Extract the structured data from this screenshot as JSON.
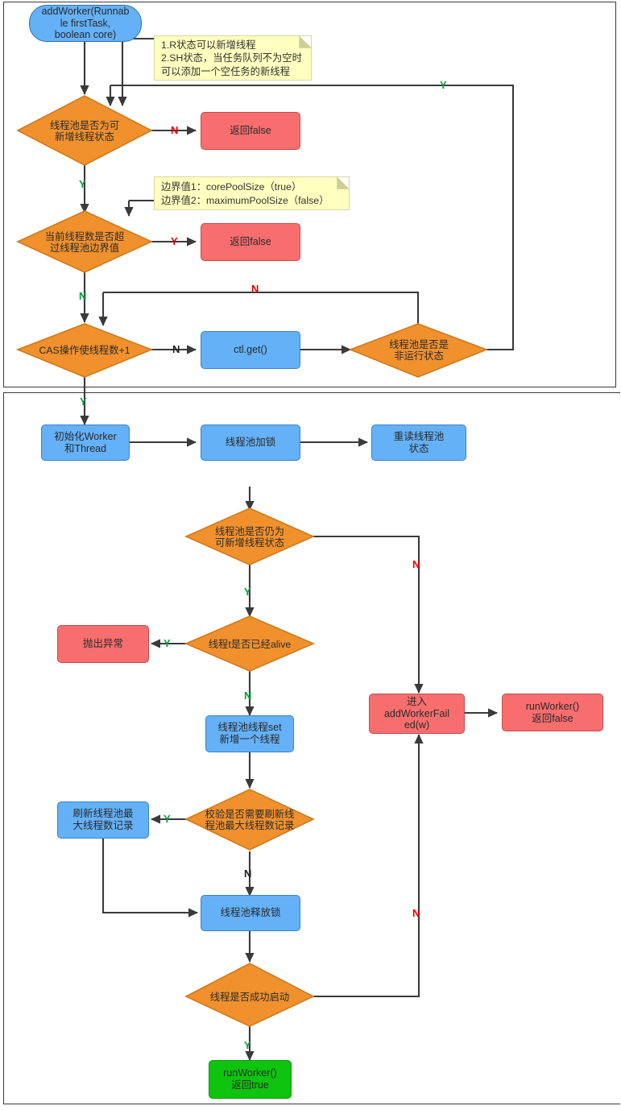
{
  "diagram": {
    "title": "addWorker flowchart",
    "colors": {
      "process": "#64b1f7",
      "decision": "#f0912d",
      "failure": "#f86e6e",
      "success": "#0ec40e",
      "note": "#ffffbf",
      "yes_label": "#0a9c40",
      "no_label": "#e10000",
      "edge": "#3a3a3a"
    },
    "nodes": {
      "start": "addWorker(Runnab\nle firstTask,\nboolean core)",
      "d_pool_can_add": "线程池是否为可\n新增线程状态",
      "ret_false_1": "返回false",
      "d_exceed_bound": "当前线程数是否超\n过线程池边界值",
      "ret_false_2": "返回false",
      "d_cas_increment": "CAS操作使线程数+1",
      "ctl_get": "ctl.get()",
      "d_pool_not_running": "线程池是否是\n非运行状态",
      "init_worker": "初始化Worker\n和Thread",
      "pool_lock": "线程池加锁",
      "reread_state": "重读线程池\n状态",
      "d_still_can_add": "线程池是否仍为\n可新增线程状态",
      "d_thread_alive": "线程t是否已经alive",
      "throw_exception": "抛出异常",
      "add_to_set": "线程池线程set\n新增一个线程",
      "d_need_refresh_max": "校验是否需要刷新线\n程池最大线程数记录",
      "refresh_max": "刷新线程池最\n大线程数记录",
      "pool_unlock": "线程池释放锁",
      "d_thread_started": "线程是否成功启动",
      "add_worker_failed": "进入\naddWorkerFail\ned(w)",
      "run_worker_false": "runWorker()\n返回false",
      "run_worker_true": "runWorker()\n返回true"
    },
    "notes": {
      "note1": "1.R状态可以新增线程\n2.SH状态，当任务队列不为空时\n可以添加一个空任务的新线程",
      "note2": "边界值1：corePoolSize（true）\n边界值2：maximumPoolSize（false）"
    },
    "edge_labels": {
      "e1": "N",
      "e2": "Y",
      "e3": "Y",
      "e4": "N",
      "e5": "N",
      "e6": "N",
      "e7": "Y",
      "e8": "Y",
      "e9": "Y",
      "e10": "N",
      "e11": "N",
      "e12": "Y",
      "e13": "N",
      "e14": "N",
      "e15": "Y"
    }
  }
}
